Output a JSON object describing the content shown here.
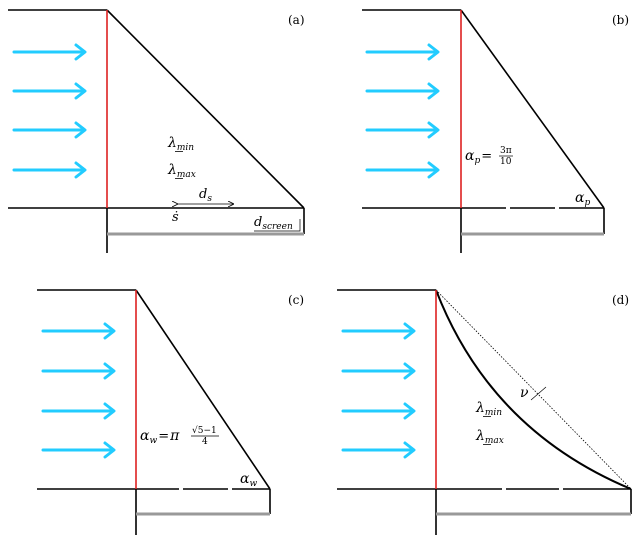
{
  "colors": {
    "arrow": "#22ccff",
    "screen_line": "#dd2222",
    "ink": "#000000",
    "grey_bar": "#999999"
  },
  "panels": {
    "a": {
      "label": "(a)",
      "lambda_min": {
        "base": "λ",
        "sub": "min"
      },
      "lambda_max": {
        "base": "λ",
        "sub": "max"
      },
      "d_s": {
        "base": "d",
        "sub": "s"
      },
      "s_dot": "ṡ",
      "d_screen": {
        "base": "d",
        "sub": "screen"
      }
    },
    "b": {
      "label": "(b)",
      "alpha_p_eq": {
        "base": "α",
        "sub": "p",
        "eq": "=",
        "num": "3π",
        "den": "10"
      },
      "alpha_p": {
        "base": "α",
        "sub": "p"
      }
    },
    "c": {
      "label": "(c)",
      "alpha_w_eq": {
        "base": "α",
        "sub": "w",
        "eq": "=",
        "pi": "π",
        "num": "√5−1",
        "den": "4"
      },
      "alpha_w": {
        "base": "α",
        "sub": "w"
      }
    },
    "d": {
      "label": "(d)",
      "nu": "ν",
      "lambda_min": {
        "base": "λ",
        "sub": "min"
      },
      "lambda_max": {
        "base": "λ",
        "sub": "max"
      }
    }
  }
}
